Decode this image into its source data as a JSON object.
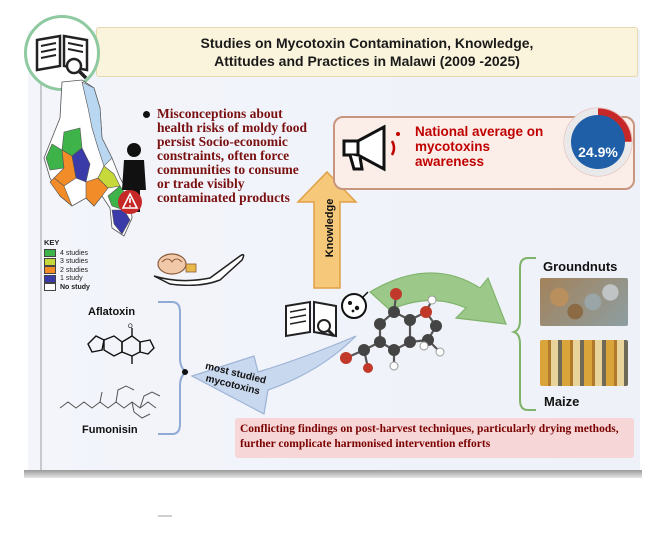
{
  "title": {
    "line1": "Studies on Mycotoxin Contamination, Knowledge,",
    "line2": "Attitudes and Practices in Malawi (2009 -2025)"
  },
  "bullet_text": "Misconceptions about health risks of moldy food persist Socio-economic constraints, often force communities to consume or trade visibly contaminated products",
  "map_key": {
    "title": "KEY",
    "items": [
      {
        "label": "4 studies",
        "color": "#3db34a"
      },
      {
        "label": "3 studies",
        "color": "#c7d93a"
      },
      {
        "label": "2 studies",
        "color": "#f28c28"
      },
      {
        "label": "1 study",
        "color": "#3a3aa8"
      },
      {
        "label": "No study",
        "color": "#ffffff"
      }
    ]
  },
  "awareness": {
    "text": "National average on mycotoxins awareness",
    "value": "24.9%",
    "fraction": 0.249
  },
  "knowledge_label": "Knowledge",
  "most_studied_label": "most studied mycotoxins",
  "toxins": {
    "aflatoxin": "Aflatoxin",
    "fumonisin": "Fumonisin"
  },
  "crops": {
    "groundnuts": "Groundnuts",
    "maize": "Maize"
  },
  "conflict_text": "Conflicting findings on post-harvest techniques, particularly drying methods, further complicate harmonised intervention efforts",
  "colors": {
    "title_bg": "#fbf4dc",
    "accent_red": "#c00000",
    "dark_red": "#7a1010",
    "donut_blue": "#1f5fa8",
    "arrow_orange": "#f6c87a",
    "arrow_green": "#9cc98a",
    "arrow_blue": "#c8d8ee"
  }
}
